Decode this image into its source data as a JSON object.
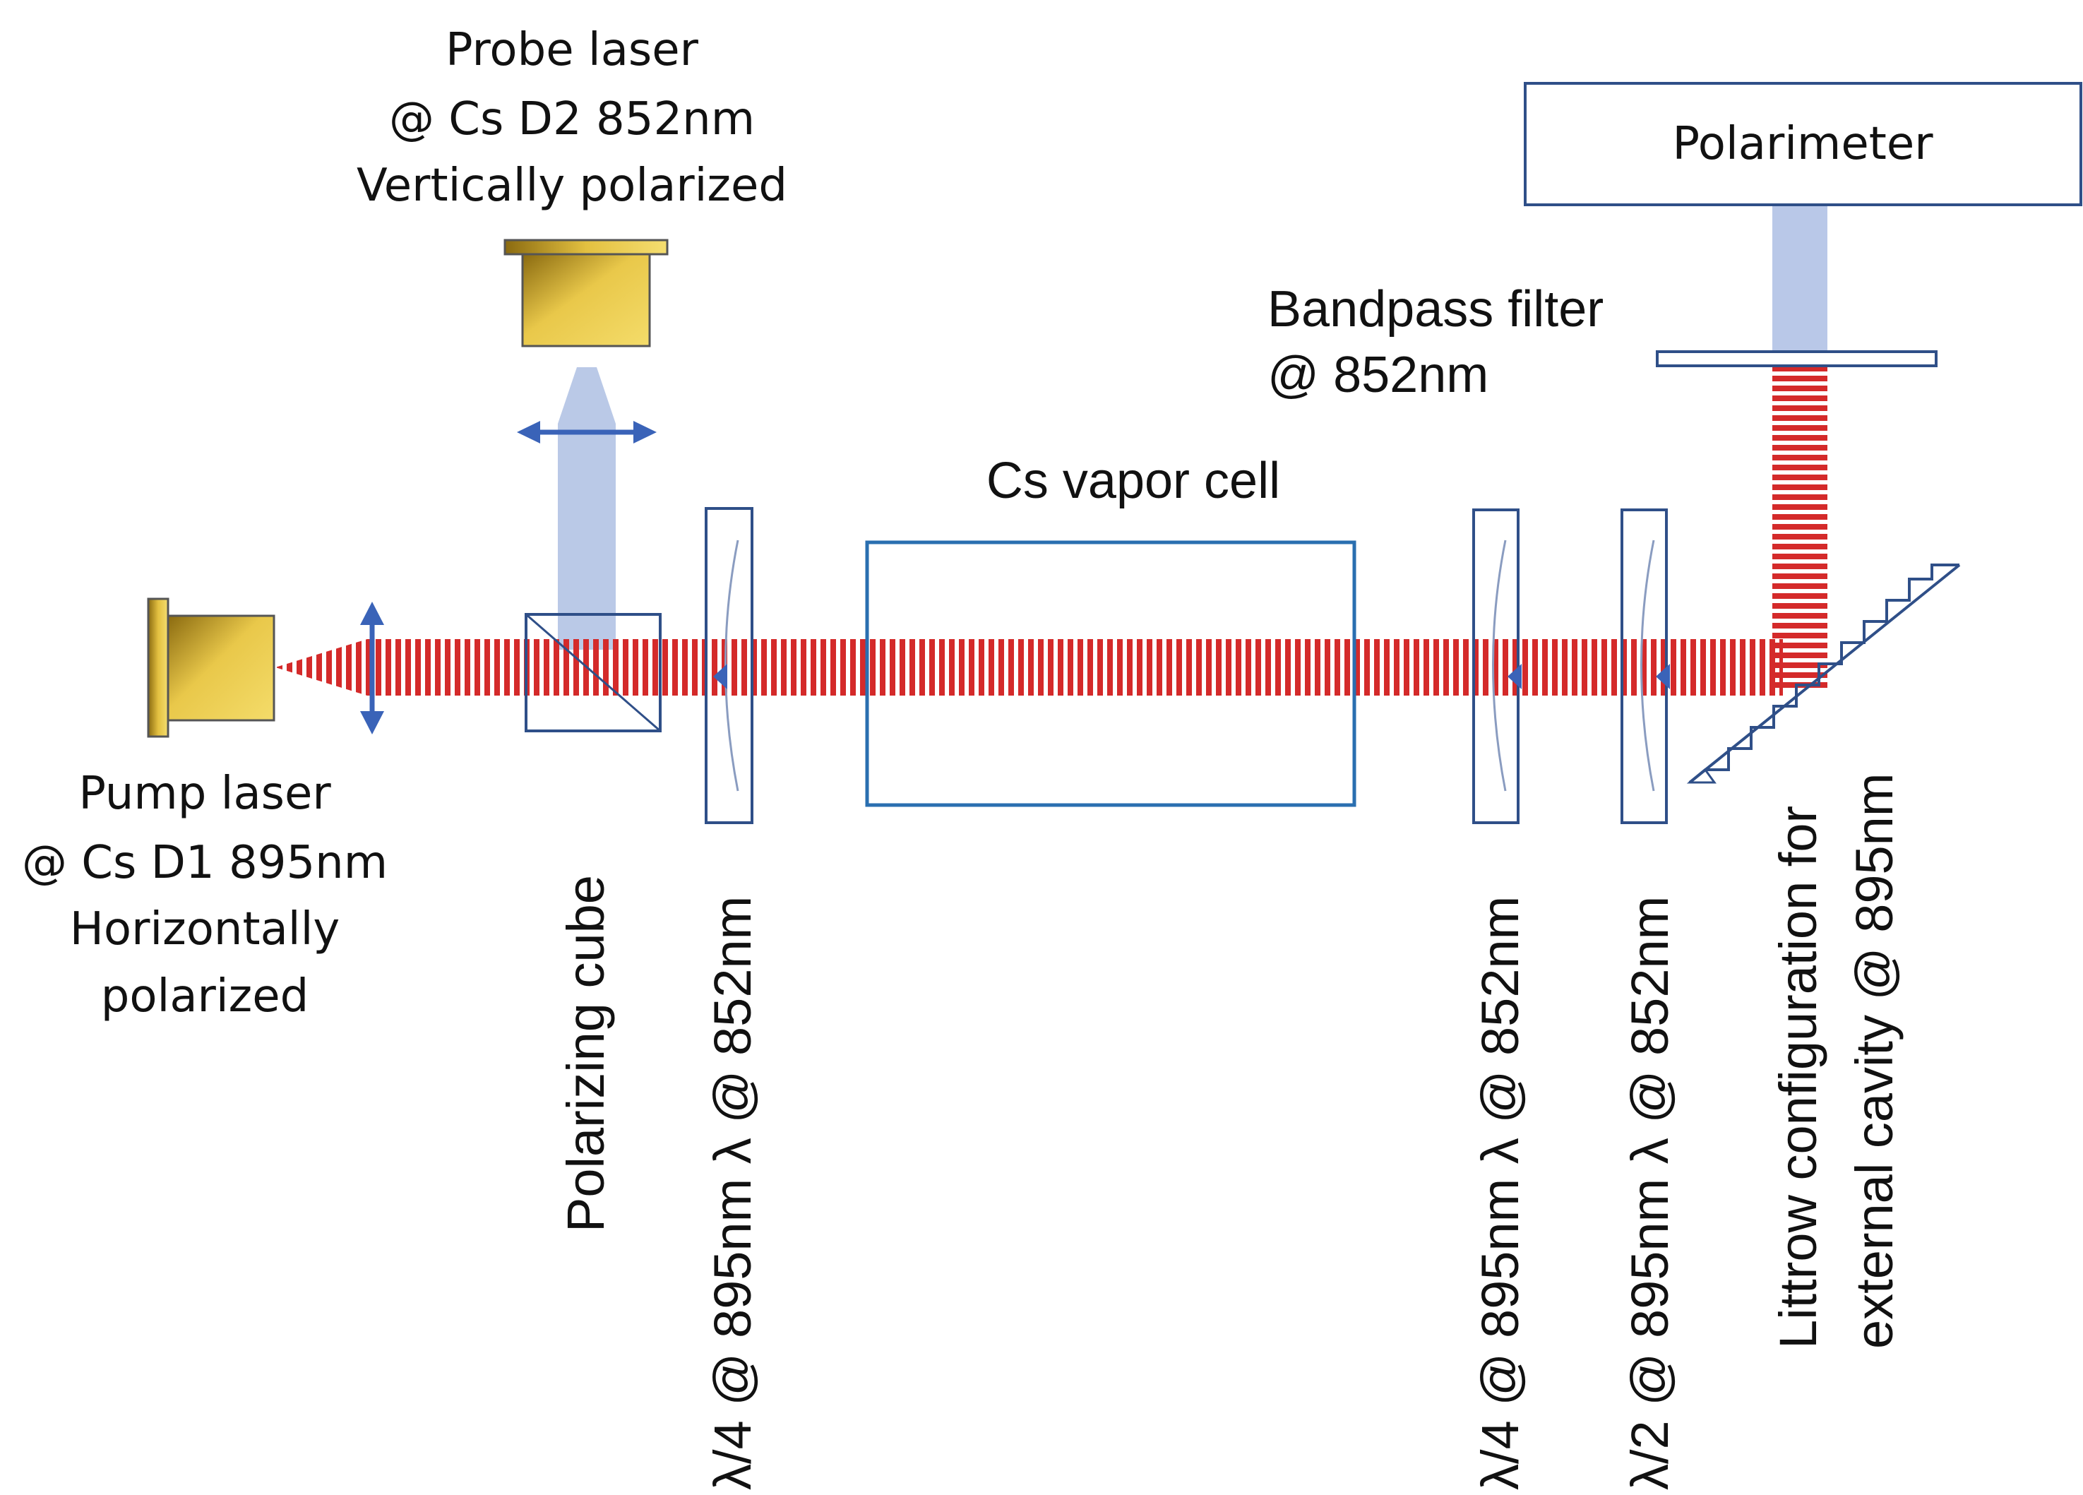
{
  "labels": {
    "probe_laser": [
      "Probe laser",
      "@ Cs D2 852nm",
      "Vertically polarized"
    ],
    "pump_laser": [
      "Pump laser",
      "@ Cs D1 895nm",
      "Horizontally",
      "polarized"
    ],
    "polarimeter": "Polarimeter",
    "bandpass_filter": [
      "Bandpass filter",
      "@ 852nm"
    ],
    "vapor_cell": "Cs vapor cell",
    "polarizing_cube": "Polarizing cube",
    "qwp_1": "λ/4 @ 895nm λ @ 852nm",
    "qwp_2": "λ/4 @ 895nm λ @ 852nm",
    "hwp": "λ/2 @ 895nm λ @ 852nm",
    "littrow": [
      "Littrow configuration for",
      "external cavity @ 895nm"
    ]
  },
  "colors": {
    "laser_body": "#d8b236",
    "laser_dark": "#8a6a10",
    "pump_beam": "#d42a2a",
    "probe_beam": "#aebfe3",
    "optic_outline": "#2f4f88",
    "cell_outline": "#2a6fb0",
    "arrow": "#3a63b8"
  }
}
